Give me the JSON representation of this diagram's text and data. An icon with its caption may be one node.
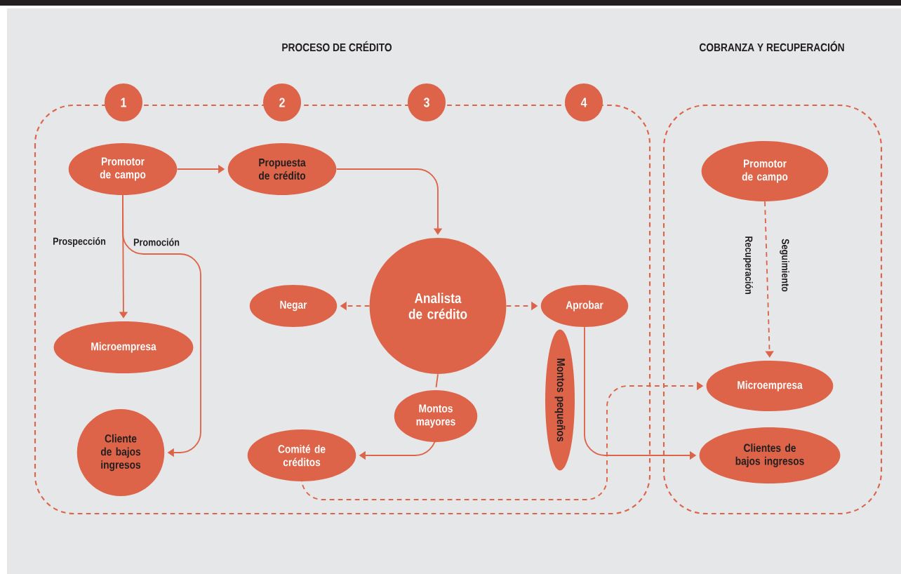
{
  "diagram": {
    "nodes": [
      {
        "text": [],
        "shape": "box"
      },
      {
        "text": [
          "1"
        ]
      },
      {
        "text": [
          "2"
        ]
      },
      {
        "text": [
          "3"
        ]
      },
      {
        "text": [
          "4"
        ]
      },
      {
        "text": [
          "Promotor de campo"
        ],
        "in": 0
      },
      {
        "text": [
          "Propuesta de crédito"
        ],
        "in": 0
      },
      {
        "text": [
          "Analista de crédito"
        ],
        "in": 0
      },
      {
        "text": [
          "Negar"
        ],
        "in": 0
      },
      {
        "text": [
          "Aprobar"
        ],
        "in": 0
      },
      {
        "text": [
          "Microempresa"
        ],
        "in": 0
      },
      {
        "text": [
          "Cliente de bajos ingresos"
        ],
        "in": 0
      },
      {
        "text": [
          "Montos mayores"
        ],
        "in": 0
      },
      {
        "text": [
          "Comité de créditos"
        ],
        "in": 0
      },
      {
        "text": [
          "Montos pequeños"
        ],
        "in": 0
      },
      {
        "text": [],
        "shape": "box"
      },
      {
        "text": [
          "Promotor de campo"
        ],
        "in": 15
      },
      {
        "text": [
          "Microempresa"
        ],
        "in": 15
      },
      {
        "text": [
          "Clientes de bajos ingresos"
        ],
        "in": 15
      }
    ],
    "edges": [
      {
        "from": 5,
        "to": 6,
        "arrow": "to"
      },
      {
        "from": 6,
        "to": 7,
        "arrow": "to"
      },
      {
        "from": 5,
        "to": 10,
        "arrow": "to",
        "label": "Prospección"
      },
      {
        "from": 5,
        "to": 11,
        "arrow": "to",
        "label": "Promoción"
      },
      {
        "from": 7,
        "to": 8,
        "arrow": "to",
        "style": "dashed"
      },
      {
        "from": 7,
        "to": 9,
        "arrow": "to",
        "style": "dashed"
      },
      {
        "from": 7,
        "to": 12,
        "arrow": "none"
      },
      {
        "from": 12,
        "to": 13,
        "arrow": "to"
      },
      {
        "from": 9,
        "to": 18,
        "arrow": "to"
      },
      {
        "from": 13,
        "to": 17,
        "arrow": "to",
        "style": "dashed"
      },
      {
        "from": 16,
        "to": 17,
        "arrow": "to",
        "style": "dashed",
        "label": "Recuperación"
      }
    ],
    "labels": [
      "PROCESO DE CRÉDITO",
      "COBRANZA Y RECUPERACIÓN",
      "Seguimiento"
    ]
  }
}
